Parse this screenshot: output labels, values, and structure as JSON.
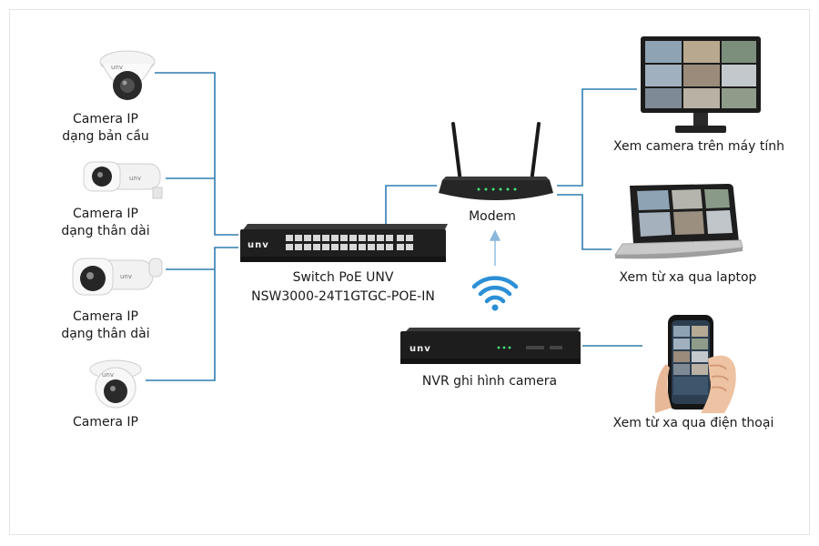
{
  "cameras": [
    {
      "line1": "Camera IP",
      "line2": "dạng bản cầu"
    },
    {
      "line1": "Camera IP",
      "line2": "dạng thân dài"
    },
    {
      "line1": "Camera IP",
      "line2": "dạng thân dài"
    },
    {
      "line1": "Camera IP",
      "line2": ""
    }
  ],
  "switch": {
    "line1": "Switch PoE UNV",
    "line2": "NSW3000-24T1GTGC-POE-IN",
    "brand": "unv"
  },
  "modem": {
    "label": "Modem"
  },
  "nvr": {
    "label": "NVR ghi hình camera",
    "brand": "unv"
  },
  "clients": [
    {
      "label": "Xem camera trên máy tính"
    },
    {
      "label": "Xem từ xa qua laptop"
    },
    {
      "label": "Xem từ xa qua điện thoại"
    }
  ],
  "colors": {
    "wire": "#2f7db1",
    "wifi": "#2b8fd6",
    "arrow": "#8ab8dc",
    "device": "#1e1e1e"
  }
}
